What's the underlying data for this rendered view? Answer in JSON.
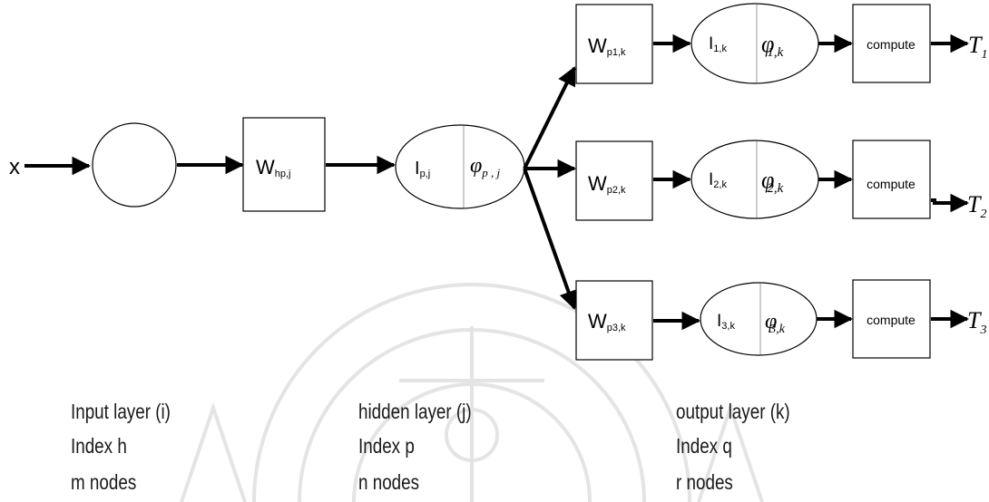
{
  "diagram": {
    "input_label": "x",
    "hidden_weight": {
      "main": "W",
      "sub": "hp,j"
    },
    "hidden_node": {
      "input": {
        "main": "I",
        "sub": "p,j"
      },
      "activation": {
        "main": "φ",
        "sub": "p , j"
      }
    },
    "branches": [
      {
        "weight": {
          "main": "W",
          "sub": "p1,k"
        },
        "input": {
          "main": "I",
          "sub": "1,k"
        },
        "activation": {
          "main": "φ",
          "sub": "1,k"
        },
        "compute": "compute",
        "output": {
          "main": "T",
          "sub": "1"
        }
      },
      {
        "weight": {
          "main": "W",
          "sub": "p2,k"
        },
        "input": {
          "main": "I",
          "sub": "2,k"
        },
        "activation": {
          "main": "φ",
          "sub": "2,k"
        },
        "compute": "compute",
        "output": {
          "main": "T",
          "sub": "2"
        }
      },
      {
        "weight": {
          "main": "W",
          "sub": "p3,k"
        },
        "input": {
          "main": "I",
          "sub": "3,k"
        },
        "activation": {
          "main": "φ",
          "sub": "3,k"
        },
        "compute": "compute",
        "output": {
          "main": "T",
          "sub": "3"
        }
      }
    ]
  },
  "legend": {
    "input": {
      "title": "Input layer (i)",
      "index": "Index h",
      "nodes": "m nodes"
    },
    "hidden": {
      "title": "hidden layer (j)",
      "index": "Index p",
      "nodes": "n nodes"
    },
    "output": {
      "title": "output layer (k)",
      "index": "Index q",
      "nodes": "r nodes"
    }
  },
  "colors": {
    "ink": "#000000",
    "watermark": "#e6e6e6"
  }
}
